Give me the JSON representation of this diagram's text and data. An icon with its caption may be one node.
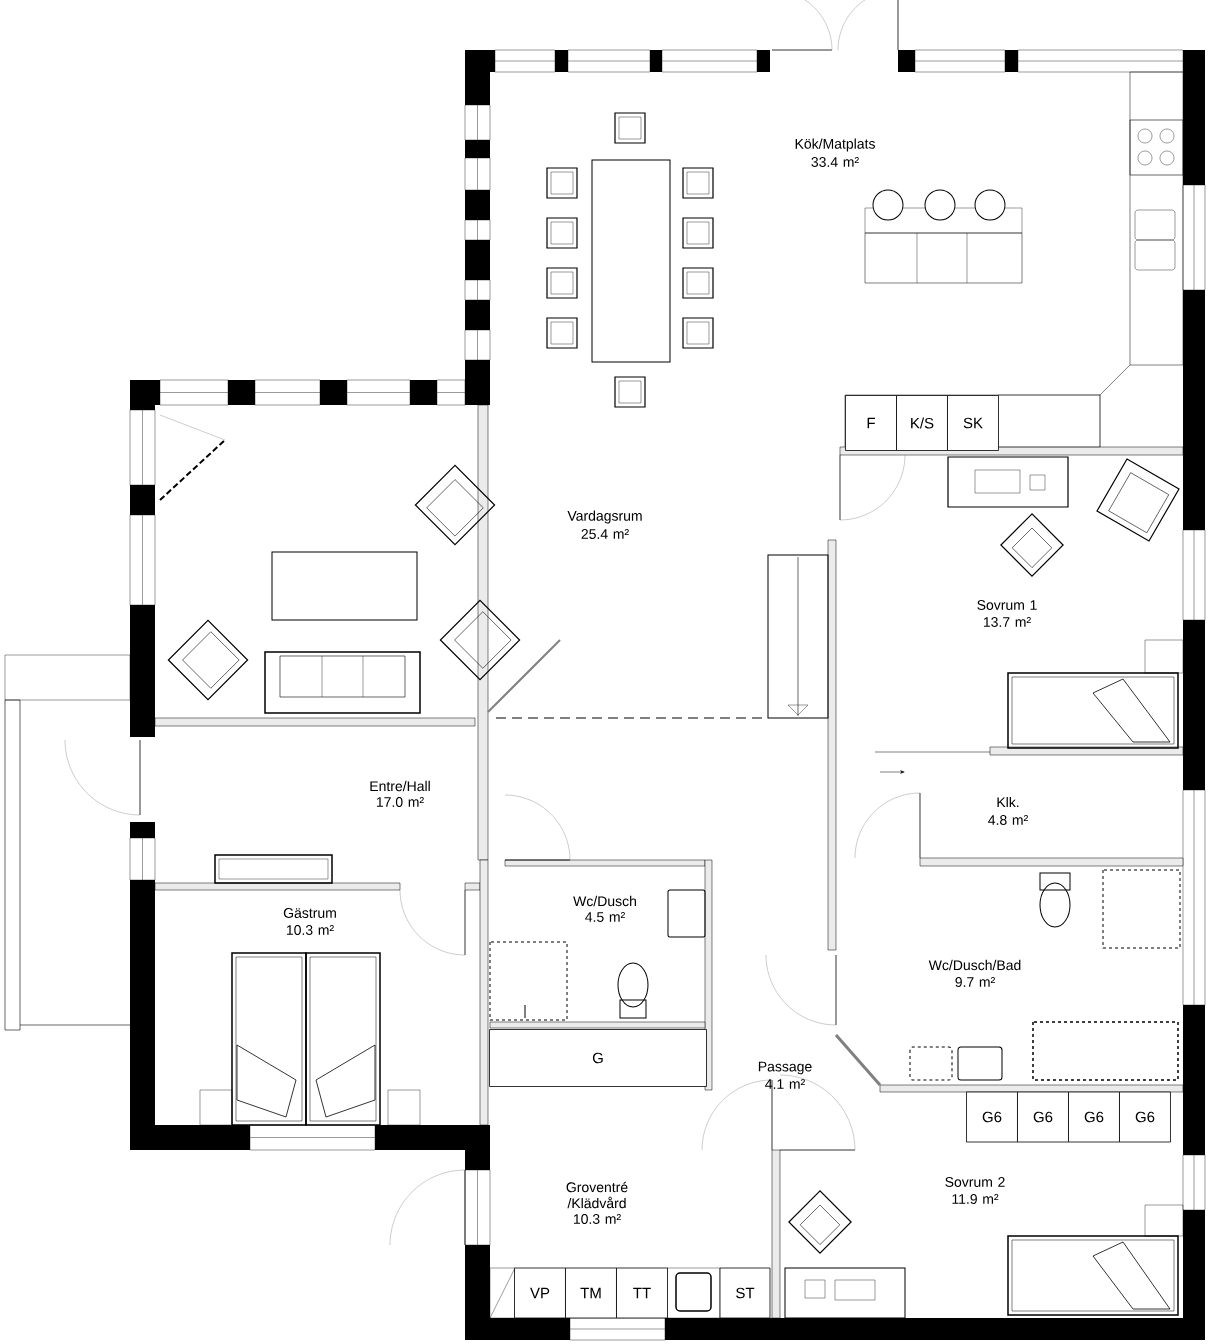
{
  "diagram": {
    "nodes": [
      {
        "text": [
          "F"
        ]
      },
      {
        "text": [
          "K/S"
        ]
      },
      {
        "text": [
          "SK"
        ]
      },
      {
        "text": [
          "G"
        ]
      },
      {
        "text": [
          "G6"
        ]
      },
      {
        "text": [
          "G6"
        ]
      },
      {
        "text": [
          "G6"
        ]
      },
      {
        "text": [
          "G6"
        ]
      },
      {
        "text": [
          "VP"
        ]
      },
      {
        "text": [
          "TM"
        ]
      },
      {
        "text": [
          "TT"
        ]
      },
      {
        "text": [
          "ST"
        ]
      }
    ],
    "labels": [
      "Kök/Matplats",
      "33.4 m²",
      "Vardagsrum",
      "25.4 m²",
      "Sovrum 1",
      "13.7 m²",
      "Entre/Hall",
      "17.0 m²",
      "Klk.",
      "4.8 m²",
      "Gästrum",
      "10.3 m²",
      "Wc/Dusch",
      "4.5 m²",
      "Wc/Dusch/Bad",
      "9.7 m²",
      "Passage",
      "4.1 m²",
      "Groventré /Klädvård",
      "10.3 m²",
      "Sovrum 2",
      "11.9 m²"
    ]
  }
}
